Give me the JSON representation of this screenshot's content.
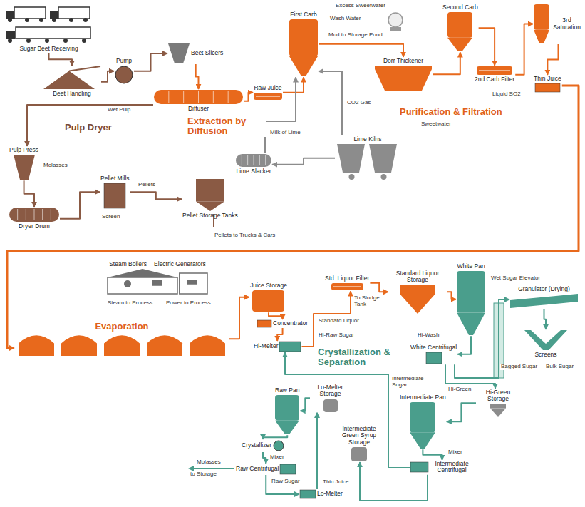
{
  "diagram": {
    "nodes": [
      {
        "text": [
          "Sugar Beet Receiving"
        ]
      },
      {
        "text": [
          "Beet Handling"
        ]
      },
      {
        "text": [
          "Pump"
        ]
      },
      {
        "text": [
          "Beet Slicers"
        ]
      },
      {
        "text": [
          "Diffuser"
        ]
      },
      {
        "text": [
          "Raw Juice"
        ]
      },
      {
        "text": [
          "First Carb"
        ]
      },
      {
        "text": [
          "Dorr Thickener"
        ]
      },
      {
        "text": [
          "Second Carb"
        ]
      },
      {
        "text": [
          "2nd Carb Filter"
        ]
      },
      {
        "text": [
          "3rd Saturation"
        ]
      },
      {
        "text": [
          "Thin Juice"
        ]
      },
      {
        "text": [
          "Lime Kilns"
        ]
      },
      {
        "text": [
          "Lime Slacker"
        ]
      },
      {
        "text": [
          "Pulp Press"
        ]
      },
      {
        "text": [
          "Dryer Drum"
        ]
      },
      {
        "text": [
          "Pellet Mills"
        ]
      },
      {
        "text": [
          "Pellet Storage Tanks"
        ]
      },
      {
        "text": [
          "Steam Boilers",
          "Electric Generators"
        ]
      },
      {
        "text": [
          "Juice Storage"
        ]
      },
      {
        "text": [
          "Concentrator"
        ]
      },
      {
        "text": [
          "Hi-Melter"
        ]
      },
      {
        "text": [
          "Std. Liquor Filter"
        ]
      },
      {
        "text": [
          "Standard Liquor Storage"
        ]
      },
      {
        "text": [
          "White Pan"
        ]
      },
      {
        "text": [
          "White Centrifugal"
        ]
      },
      {
        "text": [
          "Granulator (Drying)"
        ]
      },
      {
        "text": [
          "Screens"
        ]
      },
      {
        "text": [
          "Raw Pan"
        ]
      },
      {
        "text": [
          "Crystallizer"
        ]
      },
      {
        "text": [
          "Raw Centrifugal"
        ]
      },
      {
        "text": [
          "Lo-Melter"
        ]
      },
      {
        "text": [
          "Lo-Melter Storage"
        ]
      },
      {
        "text": [
          "Intermediate Green Syrup Storage"
        ]
      },
      {
        "text": [
          "Intermediate Pan"
        ]
      },
      {
        "text": [
          "Intermediate Centrifugal"
        ]
      },
      {
        "text": [
          "Hi-Green Storage"
        ]
      },
      {
        "text": [
          "Evaporation"
        ]
      }
    ],
    "edges": [
      {
        "from": 0,
        "to": 1,
        "arrow": "to"
      },
      {
        "from": 1,
        "to": 2,
        "arrow": "to"
      },
      {
        "from": 2,
        "to": 3,
        "arrow": "to"
      },
      {
        "from": 3,
        "to": 4,
        "arrow": "to"
      },
      {
        "from": 4,
        "to": 5,
        "arrow": "to"
      },
      {
        "from": 5,
        "to": 6,
        "arrow": "to"
      },
      {
        "from": 6,
        "to": 7,
        "arrow": "to"
      },
      {
        "from": 7,
        "to": 8,
        "arrow": "to"
      },
      {
        "from": 8,
        "to": 9,
        "arrow": "to"
      },
      {
        "from": 9,
        "to": 10,
        "arrow": "to"
      },
      {
        "from": 10,
        "to": 11,
        "arrow": "to"
      },
      {
        "from": 11,
        "to": 37,
        "arrow": "to"
      },
      {
        "from": 4,
        "to": 14,
        "arrow": "to"
      },
      {
        "from": 14,
        "to": 15,
        "arrow": "to"
      },
      {
        "from": 15,
        "to": 16,
        "arrow": "to"
      },
      {
        "from": 16,
        "to": 17,
        "arrow": "to"
      },
      {
        "from": 12,
        "to": 13,
        "arrow": "to"
      },
      {
        "from": 13,
        "to": 6,
        "arrow": "to"
      },
      {
        "from": 12,
        "to": 6,
        "arrow": "to"
      },
      {
        "from": 37,
        "to": 19,
        "arrow": "to"
      },
      {
        "from": 19,
        "to": 20,
        "arrow": "to"
      },
      {
        "from": 20,
        "to": 21,
        "arrow": "to"
      },
      {
        "from": 21,
        "to": 22,
        "arrow": "to"
      },
      {
        "from": 22,
        "to": 23,
        "arrow": "to"
      },
      {
        "from": 23,
        "to": 24,
        "arrow": "to"
      },
      {
        "from": 24,
        "to": 25,
        "arrow": "to"
      },
      {
        "from": 25,
        "to": 26,
        "arrow": "to"
      },
      {
        "from": 26,
        "to": 27,
        "arrow": "to"
      },
      {
        "from": 25,
        "to": 36,
        "arrow": "to"
      },
      {
        "from": 36,
        "to": 34,
        "arrow": "to"
      },
      {
        "from": 34,
        "to": 35,
        "arrow": "to"
      },
      {
        "from": 35,
        "to": 21,
        "arrow": "to"
      },
      {
        "from": 35,
        "to": 33,
        "arrow": "to"
      },
      {
        "from": 28,
        "to": 29,
        "arrow": "to"
      },
      {
        "from": 29,
        "to": 30,
        "arrow": "to"
      },
      {
        "from": 30,
        "to": 31,
        "arrow": "to"
      },
      {
        "from": 31,
        "to": 32,
        "arrow": "to"
      },
      {
        "from": 32,
        "to": 28,
        "arrow": "to"
      }
    ],
    "labels": [
      "Excess Sweetwater",
      "Wash Water",
      "Mud to Storage Pond",
      "Extraction by Diffusion",
      "Wet Pulp",
      "Pulp Dryer",
      "Molasses",
      "CO2 Gas",
      "Milk of Lime",
      "Purification & Filtration",
      "Sweetwater",
      "Liquid SO2",
      "Pellets",
      "Screen",
      "Pellets to Trucks & Cars",
      "Steam to Process",
      "Power to Process",
      "Standard Liquor",
      "To Sludge Tank",
      "Hi-Raw Sugar",
      "Crystallization & Separation",
      "Hi-Wash",
      "Wet Sugar Elevator",
      "Bagged Sugar",
      "Bulk Sugar",
      "Intermediate Sugar",
      "Hi-Green",
      "Mixer",
      "Mixer",
      "Raw Sugar",
      "Thin Juice",
      "Molasses",
      "to Storage"
    ]
  }
}
